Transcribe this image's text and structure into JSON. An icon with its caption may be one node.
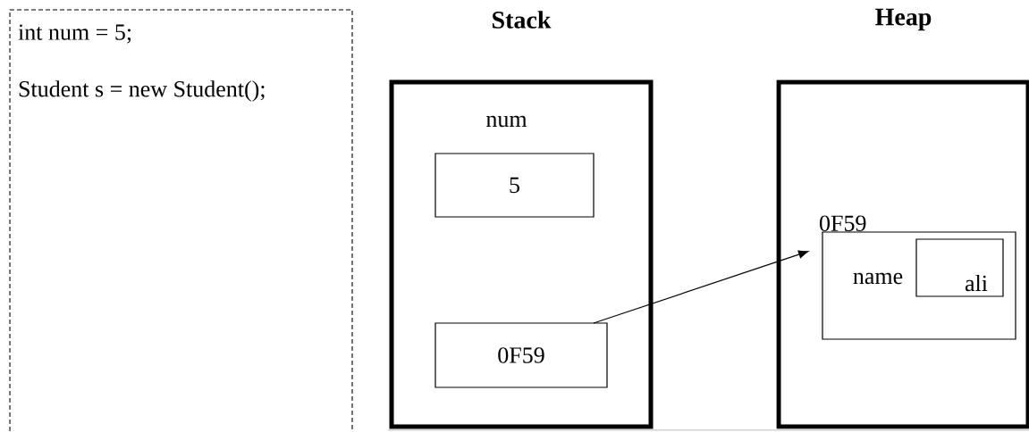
{
  "diagram": {
    "nodes": [
      {
        "text": [
          "int num = 5;",
          "Student s = new Student();"
        ]
      },
      {
        "text": [
          "Stack"
        ]
      },
      {
        "text": [
          "5"
        ],
        "in": 1,
        "beside": [
          "num"
        ]
      },
      {
        "text": [
          "0F59"
        ],
        "in": 1
      },
      {
        "text": [
          "Heap"
        ]
      },
      {
        "text": [
          "0F59",
          "name"
        ],
        "in": 4
      },
      {
        "text": [
          "ali"
        ],
        "in": 5
      }
    ],
    "edges": [
      {
        "from": 3,
        "to": 5,
        "arrow": "to"
      }
    ]
  }
}
